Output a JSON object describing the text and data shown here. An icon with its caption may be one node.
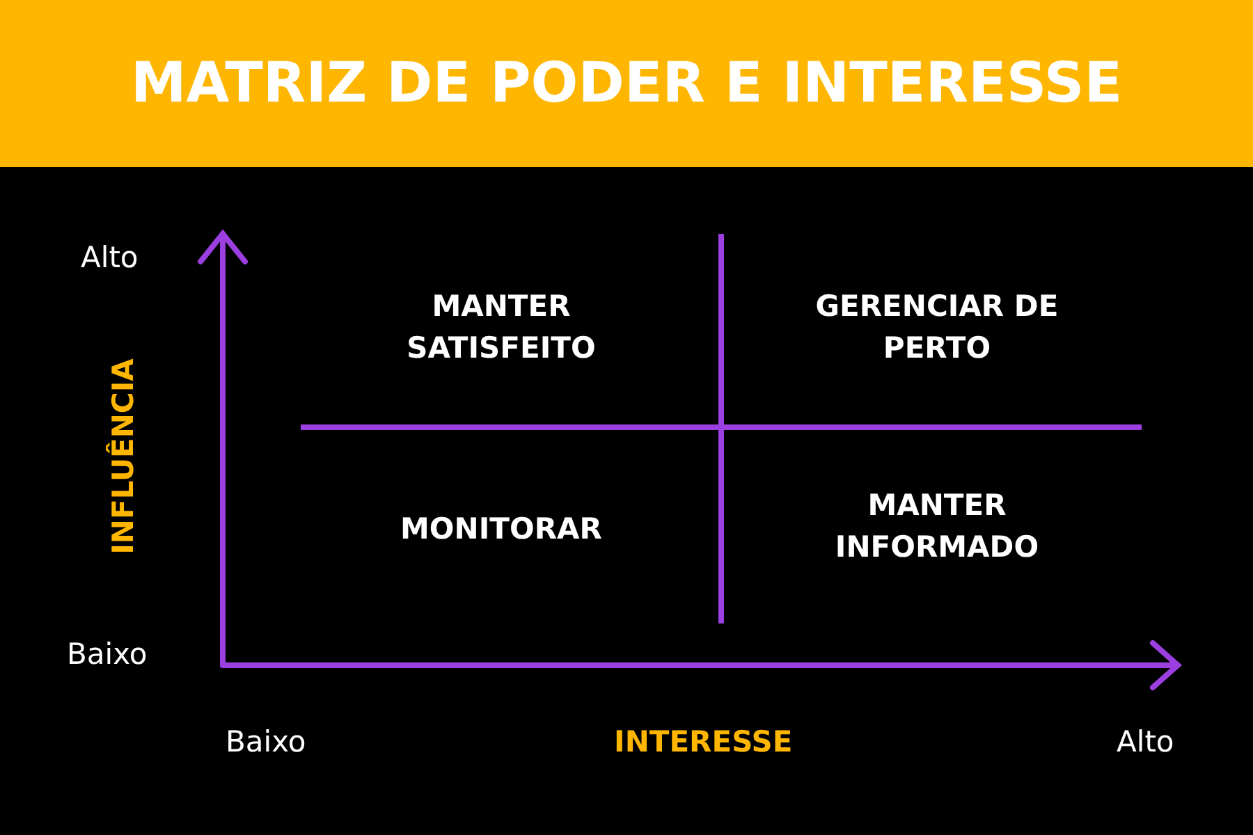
{
  "diagram": {
    "title": "MATRIZ DE PODER E INTERESSE",
    "labels": [
      "Alto",
      "MANTER SATISFEITO",
      "GERENCIAR DE PERTO",
      "INFLUÊNCIA",
      "MONITORAR",
      "MANTER INFORMADO",
      "Baixo",
      "Baixo",
      "INTERESSE",
      "Alto"
    ]
  }
}
